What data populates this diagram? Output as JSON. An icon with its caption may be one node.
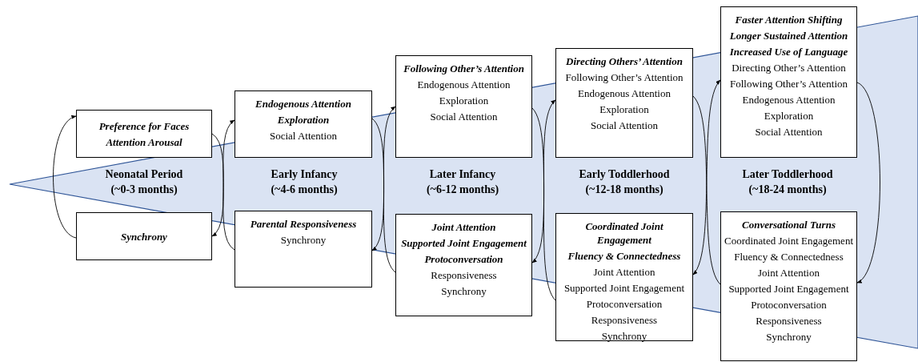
{
  "diagram": {
    "nodes": [
      {
        "text": [
          "Preference for Faces",
          "Attention Arousal"
        ]
      },
      {
        "text": [
          "Synchrony"
        ]
      },
      {
        "text": [
          "Endogenous Attention",
          "Exploration",
          "Social Attention"
        ]
      },
      {
        "text": [
          "Parental Responsiveness",
          "Synchrony"
        ]
      },
      {
        "text": [
          "Following Other’s Attention",
          "Endogenous Attention",
          "Exploration",
          "Social Attention"
        ]
      },
      {
        "text": [
          "Joint Attention",
          "Supported Joint Engagement",
          "Protoconversation",
          "Responsiveness",
          "Synchrony"
        ]
      },
      {
        "text": [
          "Directing Others’ Attention",
          "Following Other’s Attention",
          "Endogenous Attention",
          "Exploration",
          "Social Attention"
        ]
      },
      {
        "text": [
          "Coordinated Joint Engagement",
          "Fluency & Connectedness",
          "Joint Attention",
          "Supported Joint Engagement",
          "Protoconversation",
          "Responsiveness",
          "Synchrony"
        ]
      },
      {
        "text": [
          "Faster Attention Shifting",
          "Longer Sustained Attention",
          "Increased Use of Language",
          "Directing Other’s Attention",
          "Following Other’s Attention",
          "Endogenous Attention",
          "Exploration",
          "Social Attention"
        ]
      },
      {
        "text": [
          "Conversational Turns",
          "Coordinated Joint Engagement",
          "Fluency & Connectedness",
          "Joint Attention",
          "Supported Joint Engagement",
          "Protoconversation",
          "Responsiveness",
          "Synchrony"
        ]
      }
    ],
    "edges": [
      {
        "from": 1,
        "to": 0,
        "arrow": "to"
      },
      {
        "from": 0,
        "to": 3,
        "arrow": "none"
      },
      {
        "from": 1,
        "to": 2,
        "arrow": "both"
      },
      {
        "from": 2,
        "to": 5,
        "arrow": "none"
      },
      {
        "from": 3,
        "to": 4,
        "arrow": "both"
      },
      {
        "from": 4,
        "to": 7,
        "arrow": "none"
      },
      {
        "from": 5,
        "to": 6,
        "arrow": "both"
      },
      {
        "from": 6,
        "to": 9,
        "arrow": "none"
      },
      {
        "from": 7,
        "to": 8,
        "arrow": "both"
      },
      {
        "from": 8,
        "to": 9,
        "arrow": "to"
      }
    ],
    "labels": [
      "Neonatal Period",
      "(~0-3 months)",
      "Early Infancy",
      "(~4-6 months)",
      "Later Infancy",
      "(~6-12 months)",
      "Early Toddlerhood",
      "(~12-18 months)",
      "Later Toddlerhood",
      "(~18-24 months)"
    ]
  }
}
